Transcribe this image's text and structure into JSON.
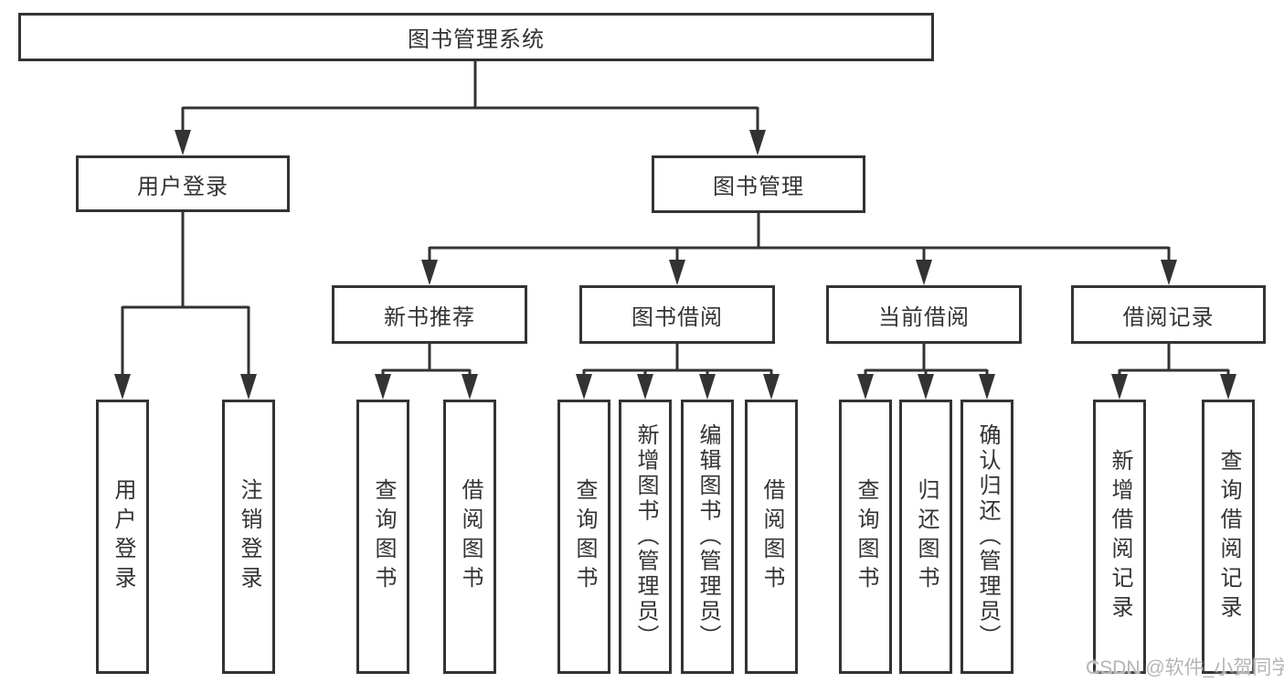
{
  "diagram_type": "functional-structure-tree",
  "colors": {
    "line": "#333333",
    "box_border": "#333333",
    "box_fill": "#ffffff",
    "text": "#333333",
    "background": "#ffffff",
    "watermark": "#b5b5b5"
  },
  "tree": {
    "root": "图书管理系统",
    "children": [
      {
        "label": "用户登录",
        "children": [
          "用户登录",
          "注销登录"
        ]
      },
      {
        "label": "图书管理",
        "children": [
          {
            "label": "新书推荐",
            "children": [
              "查询图书",
              "借阅图书"
            ]
          },
          {
            "label": "图书借阅",
            "children": [
              "查询图书",
              "新增图书（管理员）",
              "编辑图书（管理员）",
              "借阅图书"
            ]
          },
          {
            "label": "当前借阅",
            "children": [
              "查询图书",
              "归还图书",
              "确认归还（管理员）"
            ]
          },
          {
            "label": "借阅记录",
            "children": [
              "新增借阅记录",
              "查询借阅记录"
            ]
          }
        ]
      }
    ]
  },
  "watermark": {
    "text": "CSDN @软件_小贺同学"
  }
}
